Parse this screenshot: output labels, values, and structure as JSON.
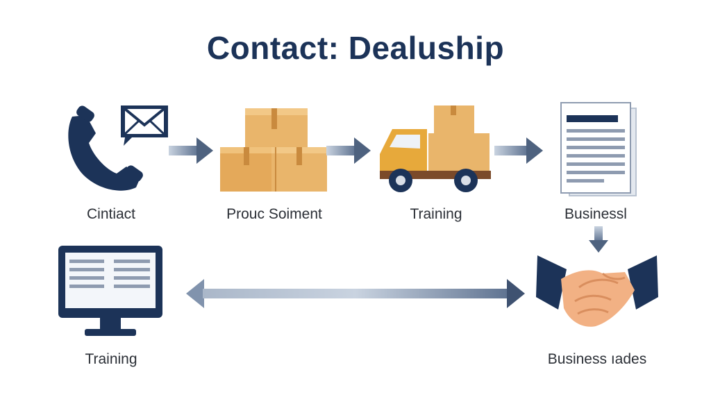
{
  "title": "Contact: Dealuship",
  "nodes": [
    {
      "id": "contact",
      "label": "Cintiact",
      "icon": "phone-and-mail-icon"
    },
    {
      "id": "shipment",
      "label": "Prouc Soiment",
      "icon": "boxes-icon"
    },
    {
      "id": "training-truck",
      "label": "Training",
      "icon": "truck-icon"
    },
    {
      "id": "business",
      "label": "Businessl",
      "icon": "document-icon"
    },
    {
      "id": "business-trades",
      "label": "Business ıades",
      "icon": "handshake-icon"
    },
    {
      "id": "training-computer",
      "label": "Training",
      "icon": "monitor-icon"
    }
  ],
  "colors": {
    "navy": "#1c3358",
    "box": "#e9b56b",
    "box_dark": "#c98a3e",
    "truck": "#e7a93b",
    "arrow": "#5f7391",
    "skin": "#f2b184"
  }
}
